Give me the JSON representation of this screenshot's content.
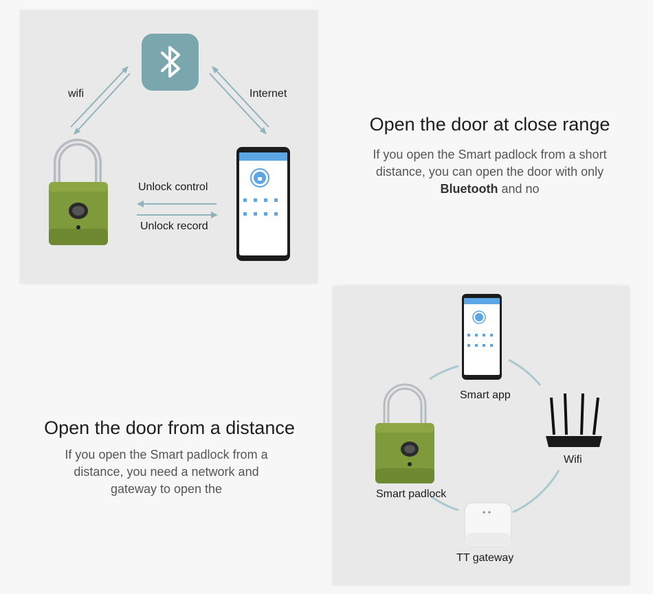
{
  "top_section": {
    "heading": "Open the door at close range",
    "description_before": "If you open the Smart padlock from a short distance, you can open the door with only ",
    "description_bold": "Bluetooth",
    "description_after": " and no",
    "diagram": {
      "label_wifi": "wifi",
      "label_internet": "Internet",
      "label_unlock_control": "Unlock control",
      "label_unlock_record": "Unlock record"
    }
  },
  "bottom_section": {
    "heading": "Open the door from a distance",
    "description": "If you open the Smart padlock from a distance, you need a network and gateway to open the",
    "diagram": {
      "label_smart_app": "Smart app",
      "label_wifi": "Wifi",
      "label_gateway": "TT gateway",
      "label_padlock": "Smart padlock"
    }
  },
  "colors": {
    "padlock_green": "#7f9a3a",
    "bluetooth_tile": "#7aa6ad",
    "arrow": "#8fb4bb",
    "circle": "#a9c9cf"
  }
}
